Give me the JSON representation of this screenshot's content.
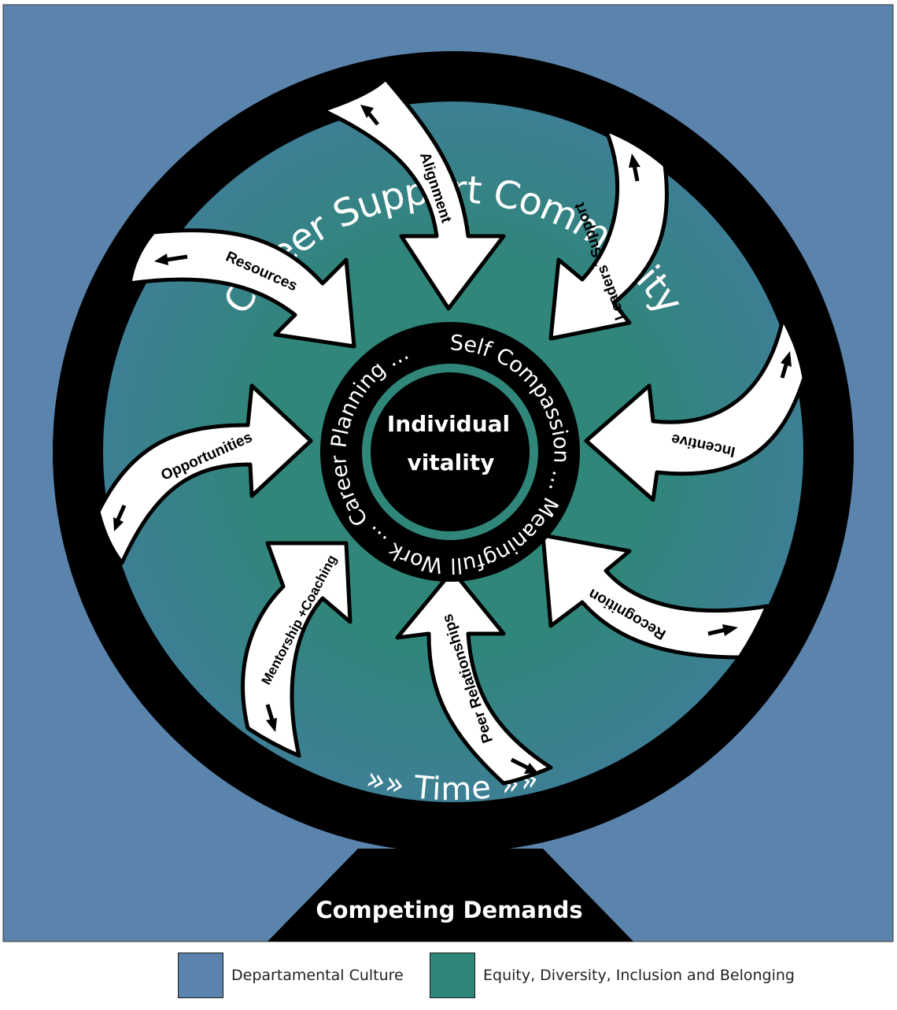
{
  "colors": {
    "culture": "#5b84ad",
    "edib": "#2e8778",
    "ring": "#000000",
    "arrow_fill": "#ffffff"
  },
  "outer_ring": {
    "top_label": "Career Support Community",
    "bottom_label": "»» Time »»"
  },
  "arrows": [
    {
      "id": "alignment",
      "label": "Alignment"
    },
    {
      "id": "leaders-support",
      "label": "Leaders´ Support"
    },
    {
      "id": "incentive",
      "label": "Incentive"
    },
    {
      "id": "recognition",
      "label": "Recognition"
    },
    {
      "id": "peer-relationships",
      "label": "Peer Relationships"
    },
    {
      "id": "mentorship-coaching",
      "label": "Mentorship +Coaching"
    },
    {
      "id": "opportunities",
      "label": "Opportunities"
    },
    {
      "id": "resources",
      "label": "Resources"
    }
  ],
  "inner_ring": {
    "text": "Self Compassion … Meaningfull Work … Career Planning …"
  },
  "center": {
    "line1": "Individual",
    "line2": "vitality"
  },
  "base": {
    "label": "Competing Demands"
  },
  "legend": [
    {
      "label": "Departamental Culture",
      "color": "#5b84ad"
    },
    {
      "label": "Equity, Diversity, Inclusion and Belonging",
      "color": "#2e8778"
    }
  ]
}
